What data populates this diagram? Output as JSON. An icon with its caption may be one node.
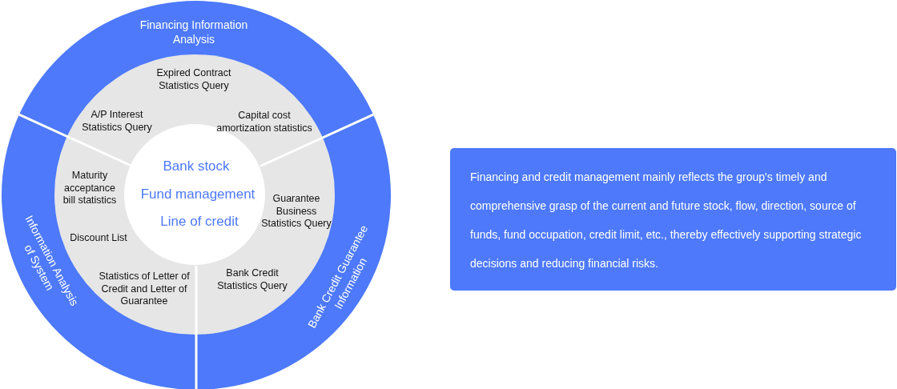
{
  "diagram": {
    "nodes": [
      {
        "text": [
          "Financing Information Analysis",
          "Information Analysis of System",
          "Bank Credit Guarantee Information"
        ]
      },
      {
        "text": [
          "Expired Contract Statistics Query",
          "A/P Interest Statistics Query",
          "Capital cost amortization statistics",
          "Maturity acceptance bill statistics",
          "Guarantee Business Statistics Query",
          "Discount List",
          "Statistics of Letter of Credit and Letter of Guarantee",
          "Bank Credit Statistics Query"
        ],
        "in": 0
      },
      {
        "text": [
          "Bank stock",
          "Fund management",
          "Line of credit"
        ],
        "in": 1
      },
      {
        "text": [
          "Financing and credit management mainly reflects the group's timely and comprehensive grasp of the current and future stock, flow, direction, source of funds, fund occupation, credit limit, etc., thereby effectively supporting strategic decisions and reducing financial risks."
        ]
      }
    ]
  }
}
